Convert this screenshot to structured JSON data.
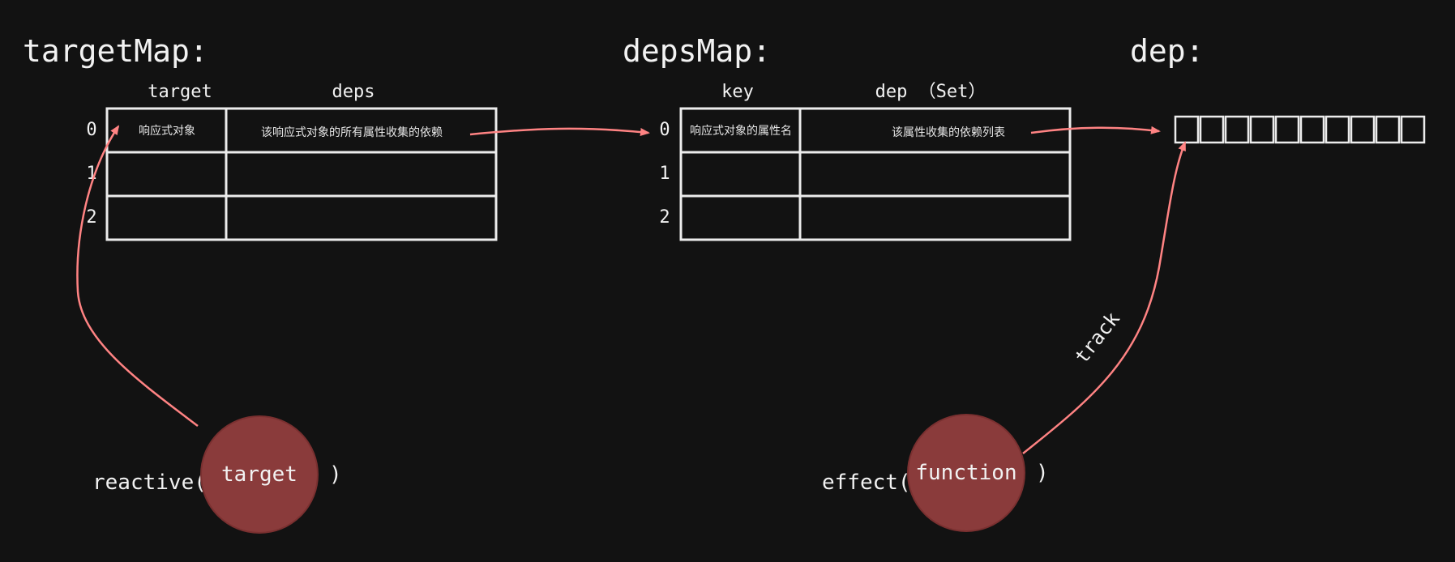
{
  "targetMap": {
    "title": "targetMap:",
    "col_target": "target",
    "col_deps": "deps",
    "rows": [
      "0",
      "1",
      "2"
    ],
    "cell_target": "响应式对象",
    "cell_deps": "该响应式对象的所有属性收集的依赖"
  },
  "depsMap": {
    "title": "depsMap:",
    "col_key": "key",
    "col_dep": "dep （Set）",
    "rows": [
      "0",
      "1",
      "2"
    ],
    "cell_key": "响应式对象的属性名",
    "cell_dep": "该属性收集的依赖列表"
  },
  "dep": {
    "title": "dep:",
    "slot_count": 10
  },
  "reactive_call": {
    "prefix": "reactive(",
    "arg": "target",
    "suffix": ")"
  },
  "effect_call": {
    "prefix": "effect(",
    "arg": "function",
    "suffix": ")"
  },
  "track_label": "track",
  "colors": {
    "background": "#121212",
    "lines": "#ececec",
    "arrow": "#ff8383",
    "circle_fill": "#8a3b3b"
  }
}
